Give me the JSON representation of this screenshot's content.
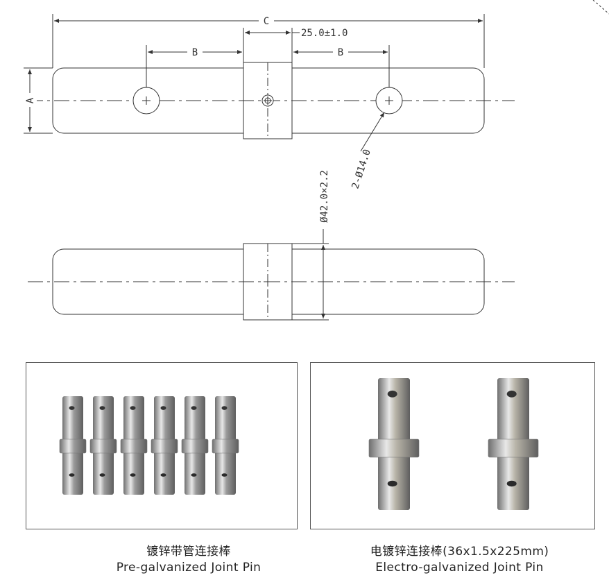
{
  "drawing": {
    "dim_c": "C",
    "dim_b_left": "B",
    "dim_b_right": "B",
    "dim_collar": "25.0±1.0",
    "dim_a": "A",
    "dim_holes": "2-Ø14.0",
    "dim_tube": "Ø42.0×2.2",
    "line_color": "#333333"
  },
  "panels": [
    {
      "caption_cn": "镀锌带管连接棒",
      "caption_en": "Pre-galvanized Joint Pin",
      "pin_count": 6,
      "pin_color": "#9a9a9a"
    },
    {
      "caption_cn": "电镀锌连接棒(36x1.5x225mm)",
      "caption_en": "Electro-galvanized Joint Pin",
      "pin_count": 2,
      "pin_color": "#b8b4a8"
    }
  ]
}
